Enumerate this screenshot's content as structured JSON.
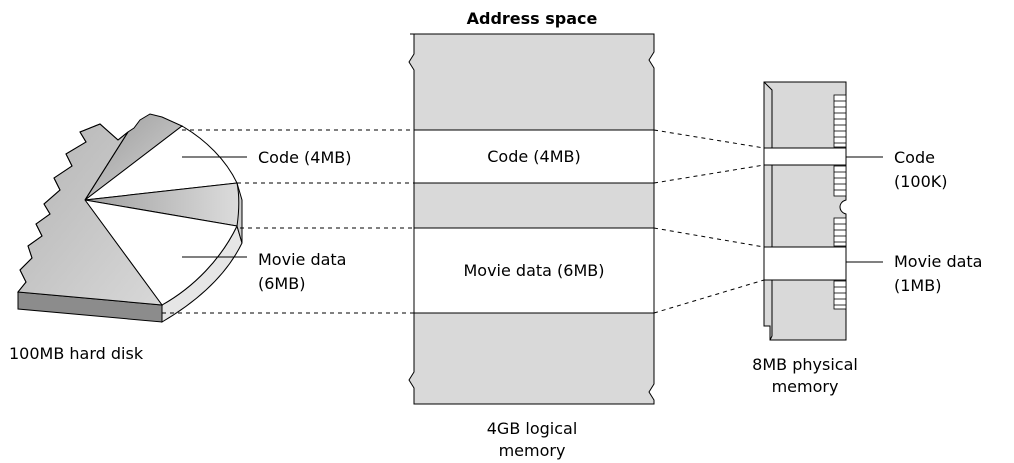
{
  "address_space": {
    "title": "Address space",
    "caption_line1": "4GB logical",
    "caption_line2": "memory",
    "code_label": "Code (4MB)",
    "movie_label": "Movie data (6MB)"
  },
  "hard_disk": {
    "caption": "100MB hard disk",
    "code_label": "Code (4MB)",
    "movie_label_line1": "Movie data",
    "movie_label_line2": "(6MB)"
  },
  "physical_memory": {
    "caption_line1": "8MB physical",
    "caption_line2": "memory",
    "code_label_line1": "Code",
    "code_label_line2": "(100K)",
    "movie_label_line1": "Movie data",
    "movie_label_line2": "(1MB)"
  },
  "colors": {
    "memory_gray": "#d9d9d9",
    "disk_dark": "#8c8c8c",
    "disk_light": "#c8c8c8",
    "stroke": "#000000"
  }
}
